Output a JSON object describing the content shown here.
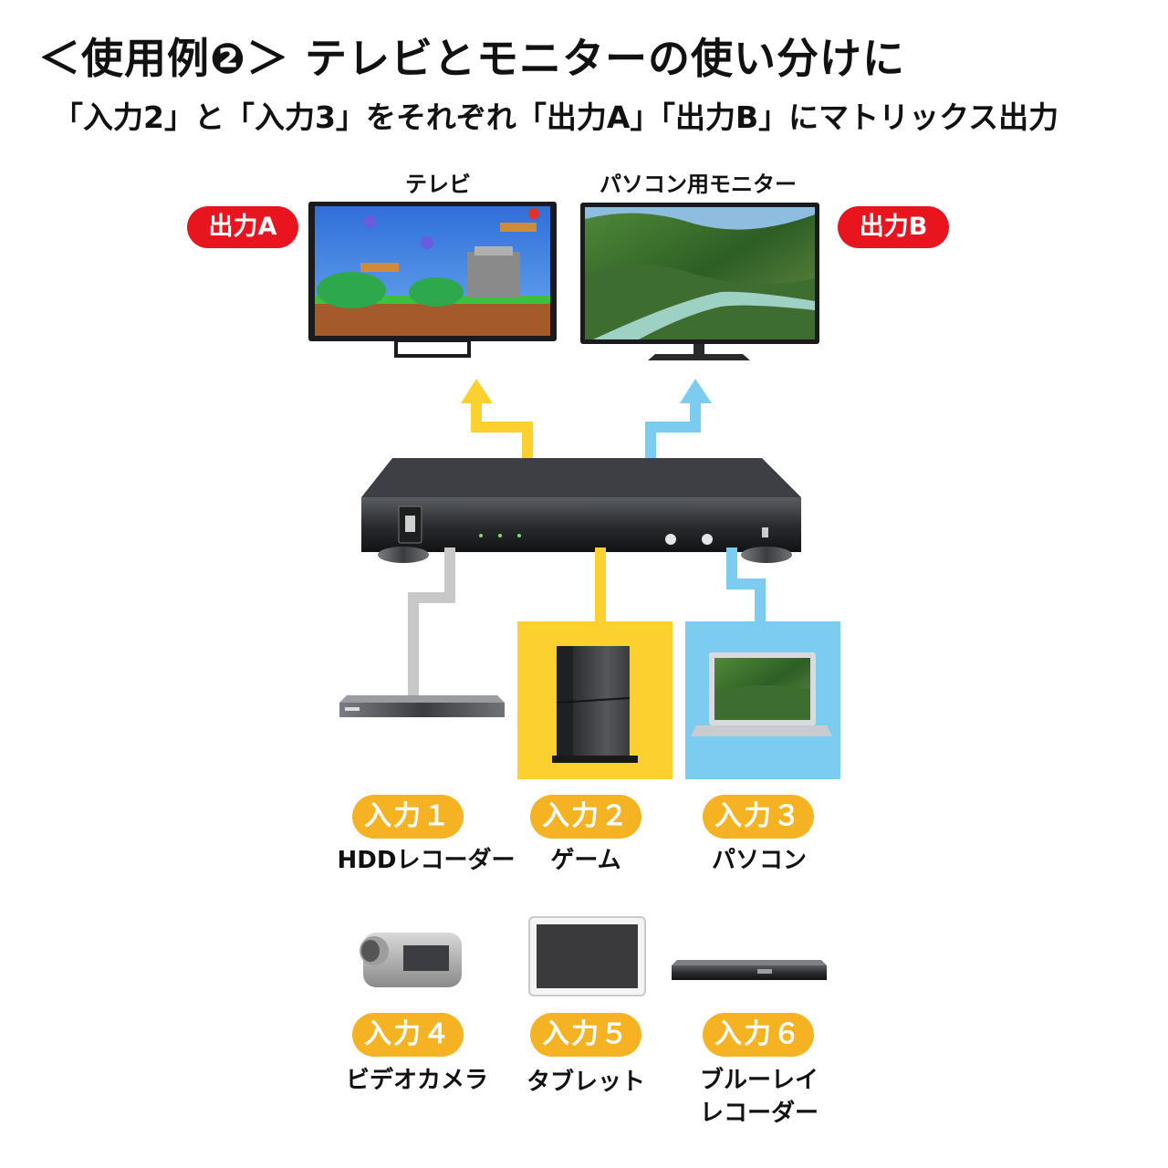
{
  "header": {
    "title": "＜使用例❷＞ テレビとモニターの使い分けに",
    "subtitle": "「入力2」と「入力3」をそれぞれ「出力A」「出力B」にマトリックス出力"
  },
  "displays": [
    {
      "label": "テレビ",
      "badge": "出力A"
    },
    {
      "label": "パソコン用モニター",
      "badge": "出力B"
    }
  ],
  "inputs": [
    {
      "badge": "入力１",
      "label": "HDDレコーダー"
    },
    {
      "badge": "入力２",
      "label": "ゲーム"
    },
    {
      "badge": "入力３",
      "label": "パソコン"
    },
    {
      "badge": "入力４",
      "label": "ビデオカメラ"
    },
    {
      "badge": "入力５",
      "label": "タブレット"
    },
    {
      "badge": "入力６",
      "label": "ブルーレイ",
      "label2": "レコーダー"
    }
  ],
  "colors": {
    "output_badge": "#e8141e",
    "input_badge": "#f5b324",
    "route_yellow": "#fcd12f",
    "route_blue": "#7ccbf1",
    "route_gray": "#c8c8c8"
  },
  "icons": [
    "tv-icon",
    "monitor-icon",
    "matrix-switch-icon",
    "hdd-recorder-icon",
    "game-console-icon",
    "laptop-icon",
    "video-camera-icon",
    "tablet-icon",
    "bluray-recorder-icon"
  ]
}
